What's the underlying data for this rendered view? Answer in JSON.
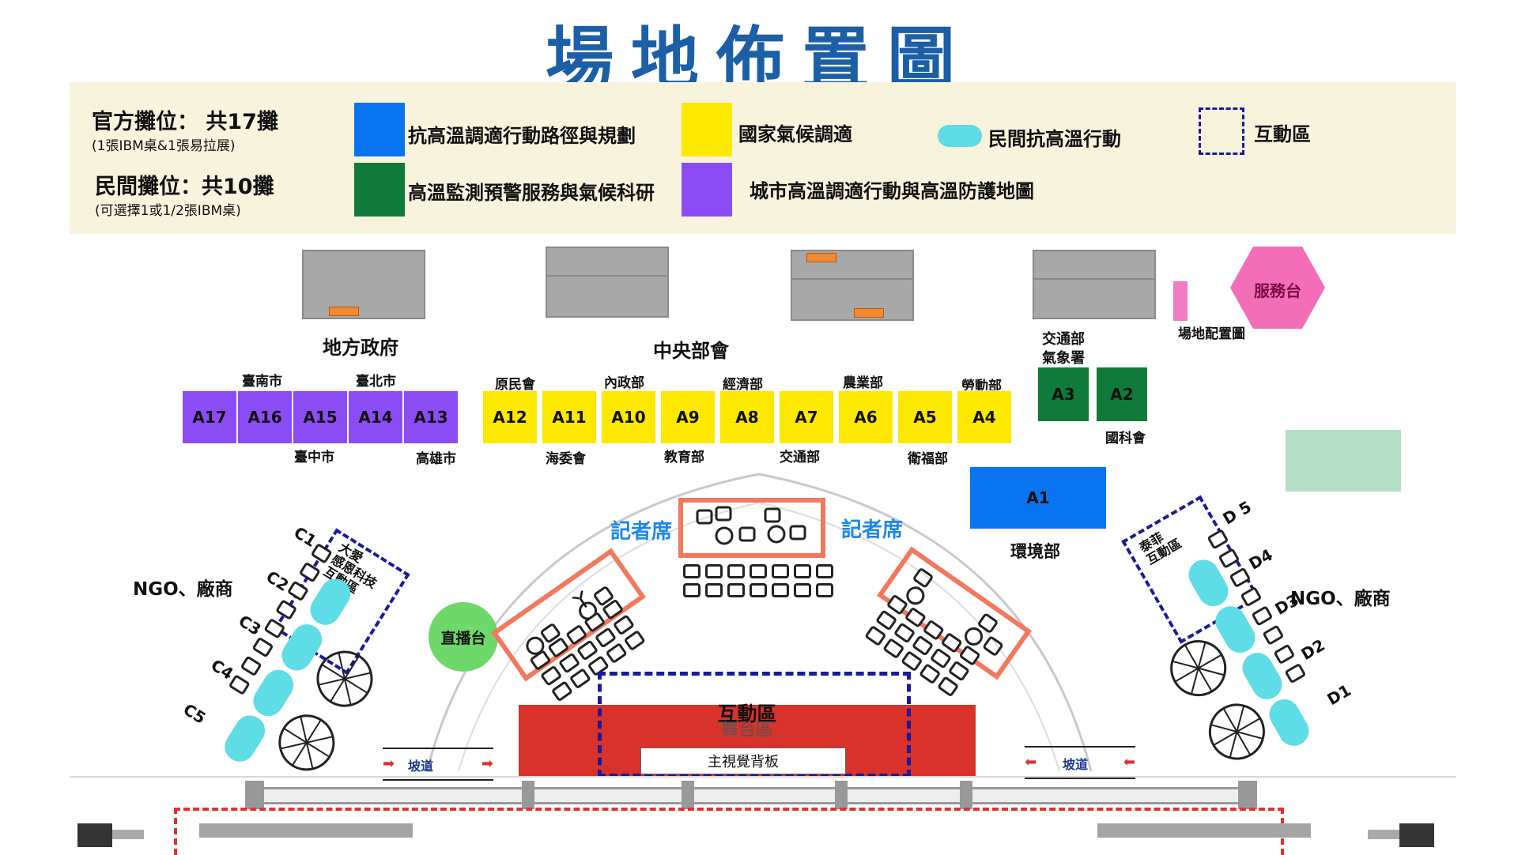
{
  "title": "場地佈置圖",
  "legend": {
    "official": "官方攤位： 共17攤",
    "official_note": "(1張IBM桌&1張易拉展)",
    "civil": "民間攤位：共10攤",
    "civil_note": "(可選擇1或1/2張IBM桌)",
    "items": [
      {
        "color": "#0a74f0",
        "label": "抗高溫調適行動路徑與規劃"
      },
      {
        "color": "#fde800",
        "label": "國家氣候調適"
      },
      {
        "color": "#0f7a3a",
        "label": "高溫監測預警服務與氣候科研"
      },
      {
        "color": "#8c4cf5",
        "label": "城市高溫調適行動與高溫防護地圖"
      }
    ],
    "civil_action": {
      "color": "#5fdde6",
      "label": "民間抗高溫行動"
    },
    "interactive": {
      "label": "互動區"
    }
  },
  "areas": {
    "local_gov": "地方政府",
    "central_gov": "中央部會",
    "service_desk": "服務台",
    "venue_map": "場地配置圖",
    "transport_weather": "交通部\n氣象署",
    "nstc": "國科會",
    "environment": "環境部",
    "ngo_left": "NGO、廠商",
    "ngo_right": "NGO、廠商",
    "live": "直播台",
    "press_left": "記者席",
    "press_right": "記者席",
    "interactive_center": "互動區",
    "stage": "舞台區",
    "backdrop": "主視覺背板",
    "ramp_left": "坡道",
    "ramp_right": "坡道",
    "c1_zone": "大愛\n感恩科技\n互動區",
    "d5_zone": "泰菲\n互動區"
  },
  "purple_booths": [
    {
      "id": "A17"
    },
    {
      "id": "A16"
    },
    {
      "id": "A15"
    },
    {
      "id": "A14"
    },
    {
      "id": "A13"
    }
  ],
  "purple_top_labels": [
    "臺南市",
    "臺北市"
  ],
  "purple_bottom_labels": [
    "臺中市",
    "高雄市"
  ],
  "yellow_booths": [
    {
      "id": "A12"
    },
    {
      "id": "A11"
    },
    {
      "id": "A10"
    },
    {
      "id": "A9"
    },
    {
      "id": "A8"
    },
    {
      "id": "A7"
    },
    {
      "id": "A6"
    },
    {
      "id": "A5"
    },
    {
      "id": "A4"
    }
  ],
  "yellow_top_labels": [
    "原民會",
    "內政部",
    "經濟部",
    "農業部",
    "勞動部"
  ],
  "yellow_bottom_labels": [
    "海委會",
    "教育部",
    "交通部",
    "衛福部"
  ],
  "green_booths": [
    {
      "id": "A3"
    },
    {
      "id": "A2"
    }
  ],
  "blue_booth": {
    "id": "A1"
  },
  "c_booths": [
    "C1",
    "C2",
    "C3",
    "C4",
    "C5"
  ],
  "d_booths": [
    "D 5",
    "D4",
    "D3",
    "D2",
    "D1"
  ],
  "press_marks": [
    "丫"
  ]
}
